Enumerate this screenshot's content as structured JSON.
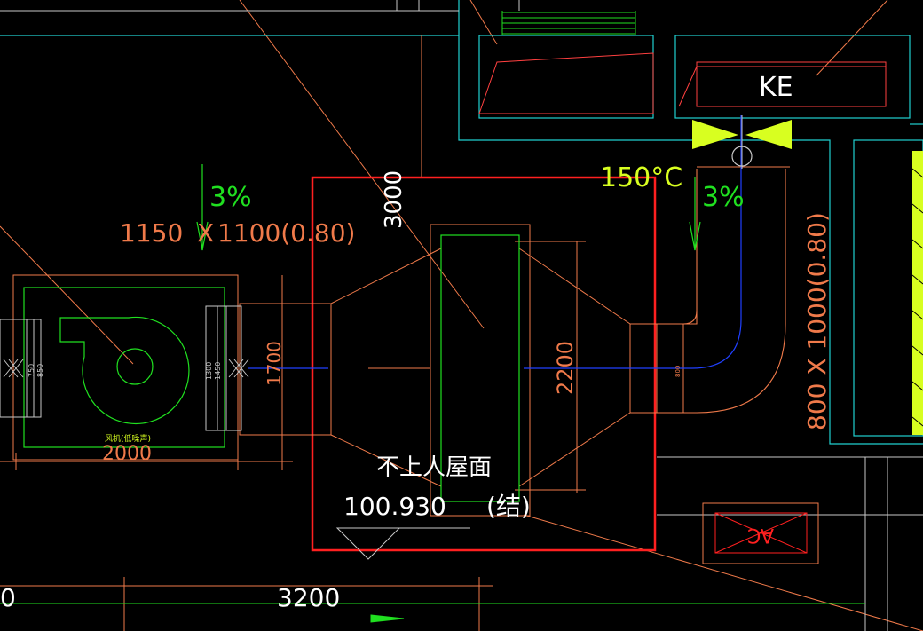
{
  "labels": {
    "ke": "KE",
    "temp": "150°C",
    "slope_left": "3%",
    "slope_right": "3%",
    "duct_left_width": "1150",
    "duct_left_size": "1100(0.80)",
    "duct_right_size": "800 X 1000(0.80)",
    "dim_3000": "3000",
    "dim_2200": "2200",
    "dim_1700": "1700",
    "dim_2000": "2000",
    "dim_3200": "3200",
    "dim_0": "0",
    "roof_label": "不上人屋面",
    "elevation": "100.930",
    "structure_note": "(结)",
    "ac": "AC",
    "fan_label": "风机(低噪声)",
    "fan_dim_a": "750",
    "fan_dim_b": "850",
    "fan_dim_c": "1300",
    "fan_dim_d": "1450",
    "small_dim": "800"
  },
  "colors": {
    "background": "#000000",
    "red_box": "#ff2020",
    "orange": "#f07a4a",
    "green": "#20e020",
    "cyan": "#20d0d0",
    "blue": "#2040ff",
    "white": "#ffffff",
    "yellow": "#d8ff20"
  }
}
